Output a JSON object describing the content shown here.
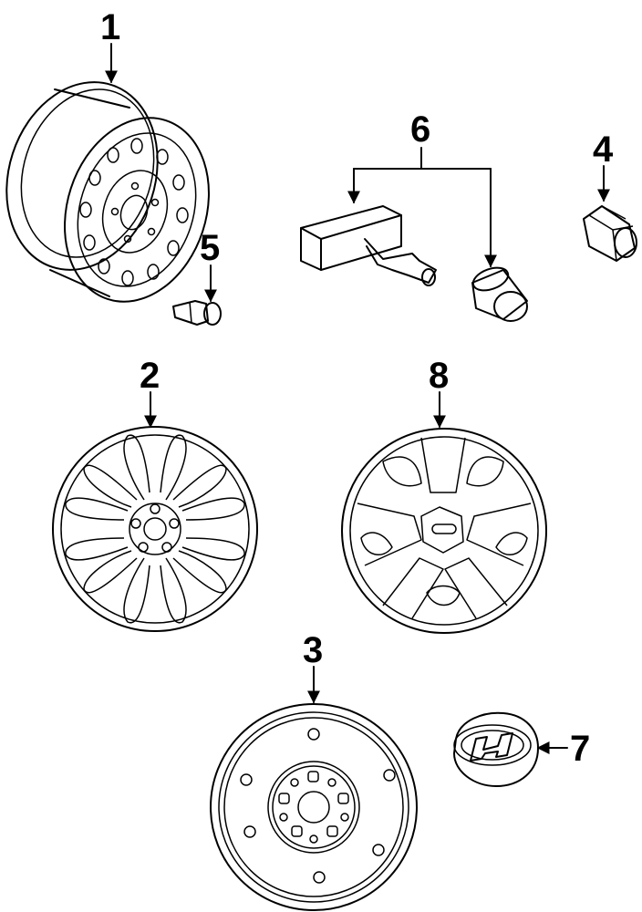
{
  "diagram": {
    "callouts": [
      {
        "id": "1",
        "label": "1"
      },
      {
        "id": "2",
        "label": "2"
      },
      {
        "id": "3",
        "label": "3"
      },
      {
        "id": "4",
        "label": "4"
      },
      {
        "id": "5",
        "label": "5"
      },
      {
        "id": "6",
        "label": "6"
      },
      {
        "id": "7",
        "label": "7"
      },
      {
        "id": "8",
        "label": "8"
      }
    ],
    "parts": [
      {
        "callout": "1",
        "icon": "steel-wheel-icon"
      },
      {
        "callout": "2",
        "icon": "alloy-wheel-icon"
      },
      {
        "callout": "3",
        "icon": "spare-wheel-icon"
      },
      {
        "callout": "4",
        "icon": "valve-cap-icon"
      },
      {
        "callout": "5",
        "icon": "valve-stem-icon"
      },
      {
        "callout": "6",
        "icon": "tpms-sensor-icon"
      },
      {
        "callout": "7",
        "icon": "center-cap-icon"
      },
      {
        "callout": "8",
        "icon": "wheel-cover-icon"
      }
    ],
    "colors": {
      "ink": "#000000",
      "paper": "#ffffff"
    }
  }
}
